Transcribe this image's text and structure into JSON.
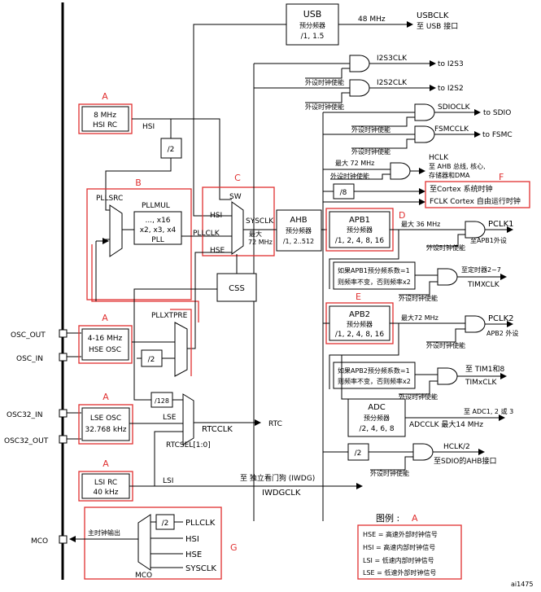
{
  "labels": {
    "usb_title": "USB",
    "usb_sub": "预分频器",
    "usb_div": "/1, 1.5",
    "usb_freq": "48 MHz",
    "usbclk": "USBCLK",
    "usbclk_to": "至 USB 接口",
    "i2s3clk": "I2S3CLK",
    "to_i2s3": "to I2S3",
    "i2s2clk": "I2S2CLK",
    "to_i2s2": "to I2S2",
    "periph_enable": "外设时钟使能",
    "sdioclk": "SDIOCLK",
    "to_sdio": "to SDIO",
    "fsmcclk": "FSMCCLK",
    "to_fsmc": "to FSMC",
    "hclk_max": "最大 72 MHz",
    "hclk": "HCLK",
    "hclk_desc1": "至 AHB 总线, 核心,",
    "hclk_desc2": "存储器和DMA",
    "div8": "/8",
    "cortex_timer": "至Cortex 系统时钟",
    "fclk": "FCLK Cortex 自由运行时钟",
    "hsi_rc_1": "8 MHz",
    "hsi_rc_2": "HSI RC",
    "hsi": "HSI",
    "div2": "/2",
    "pllsrc": "PLLSRC",
    "pllmul": "PLLMUL",
    "pll_mul_1": "..., x16",
    "pll_mul_2": "x2, x3, x4",
    "pll": "PLL",
    "sw": "SW",
    "sysclk": "SYSCLK",
    "sys_max1": "最大",
    "sys_max2": "72 MHz",
    "pllclk": "PLLCLK",
    "hse": "HSE",
    "ahb_title": "AHB",
    "ahb_sub": "预分频器",
    "ahb_div": "/1, 2..512",
    "apb1_title": "APB1",
    "apb1_sub": "预分频器",
    "apb1_div": "/1, 2, 4, 8, 16",
    "apb1_max": "最大 36 MHz",
    "pclk1": "PCLK1",
    "pclk1_to": "至APB1外设",
    "tim_rule1": "如果APB1预分频系数=1",
    "tim_rule2": "则频率不变，否则频率x2",
    "to_tim27": "至定时器2~7",
    "timxclk": "TIMXCLK",
    "css": "CSS",
    "osc_out": "OSC_OUT",
    "osc_in": "OSC_IN",
    "hse_osc_1": "4-16 MHz",
    "hse_osc_2": "HSE OSC",
    "pllxtpre": "PLLXTPRE",
    "apb2_title": "APB2",
    "apb2_sub": "预分频器",
    "apb2_div": "/1, 2, 4, 8, 16",
    "apb2_max": "最大72 MHz",
    "pclk2": "PCLK2",
    "pclk2_to": "APB2 外设",
    "tim2_rule1": "如果APB2预分频系数=1",
    "tim2_rule2": "则频率不变，否则频率x2",
    "to_tim18": "至 TIM1和8",
    "timxclk2": "TIMxCLK",
    "adc_title": "ADC",
    "adc_sub": "预分频器",
    "adc_div": "/2, 4, 6, 8",
    "adcclk": "ADCCLK 最大14 MHz",
    "to_adc": "至 ADC1, 2 或 3",
    "hclk2": "HCLK/2",
    "to_sdio_ahb": "至SDIO的AHB接口",
    "div128": "/128",
    "osc32_in": "OSC32_IN",
    "osc32_out": "OSC32_OUT",
    "lse_osc_1": "LSE OSC",
    "lse_osc_2": "32.768 kHz",
    "lse": "LSE",
    "rtcclk": "RTCCLK",
    "rtc": "RTC",
    "rtcsel": "RTCSEL[1:0]",
    "lsi_rc_1": "LSI RC",
    "lsi_rc_2": "40 kHz",
    "lsi": "LSI",
    "iwdg_to": "至 独立看门狗 (IWDG)",
    "iwdgclk": "IWDGCLK",
    "mco": "MCO",
    "mco_out": "主时钟输出",
    "mco_mux": "MCO",
    "legend_title": "图例 :",
    "legend_hse": "HSE =  高速外部时钟信号",
    "legend_hsi": "HSI  =  高速内部时钟信号",
    "legend_lsi": "LSI  =  低速内部时钟信号",
    "legend_lse": "LSE  =  低速外部时钟信号",
    "corner": "ai1475"
  },
  "markers": {
    "a": "A",
    "b": "B",
    "c": "C",
    "d": "D",
    "e": "E",
    "f": "F",
    "g": "G"
  }
}
